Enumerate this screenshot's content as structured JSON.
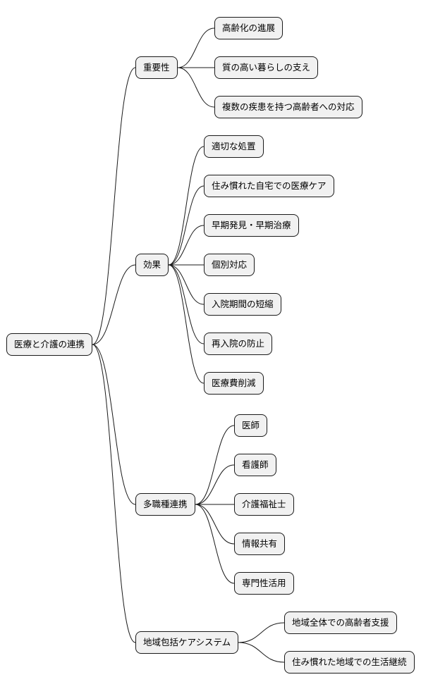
{
  "mindmap": {
    "root": {
      "id": "root",
      "label": "医療と介護の連携"
    },
    "branches": [
      {
        "id": "b1",
        "label": "重要性",
        "children": [
          {
            "id": "b1c1",
            "label": "高齢化の進展"
          },
          {
            "id": "b1c2",
            "label": "質の高い暮らしの支え"
          },
          {
            "id": "b1c3",
            "label": "複数の疾患を持つ高齢者への対応"
          }
        ]
      },
      {
        "id": "b2",
        "label": "効果",
        "children": [
          {
            "id": "b2c1",
            "label": "適切な処置"
          },
          {
            "id": "b2c2",
            "label": "住み慣れた自宅での医療ケア"
          },
          {
            "id": "b2c3",
            "label": "早期発見・早期治療"
          },
          {
            "id": "b2c4",
            "label": "個別対応"
          },
          {
            "id": "b2c5",
            "label": "入院期間の短縮"
          },
          {
            "id": "b2c6",
            "label": "再入院の防止"
          },
          {
            "id": "b2c7",
            "label": "医療費削減"
          }
        ]
      },
      {
        "id": "b3",
        "label": "多職種連携",
        "children": [
          {
            "id": "b3c1",
            "label": "医師"
          },
          {
            "id": "b3c2",
            "label": "看護師"
          },
          {
            "id": "b3c3",
            "label": "介護福祉士"
          },
          {
            "id": "b3c4",
            "label": "情報共有"
          },
          {
            "id": "b3c5",
            "label": "専門性活用"
          }
        ]
      },
      {
        "id": "b4",
        "label": "地域包括ケアシステム",
        "children": [
          {
            "id": "b4c1",
            "label": "地域全体での高齢者支援"
          },
          {
            "id": "b4c2",
            "label": "住み慣れた地域での生活継続"
          }
        ]
      }
    ]
  }
}
